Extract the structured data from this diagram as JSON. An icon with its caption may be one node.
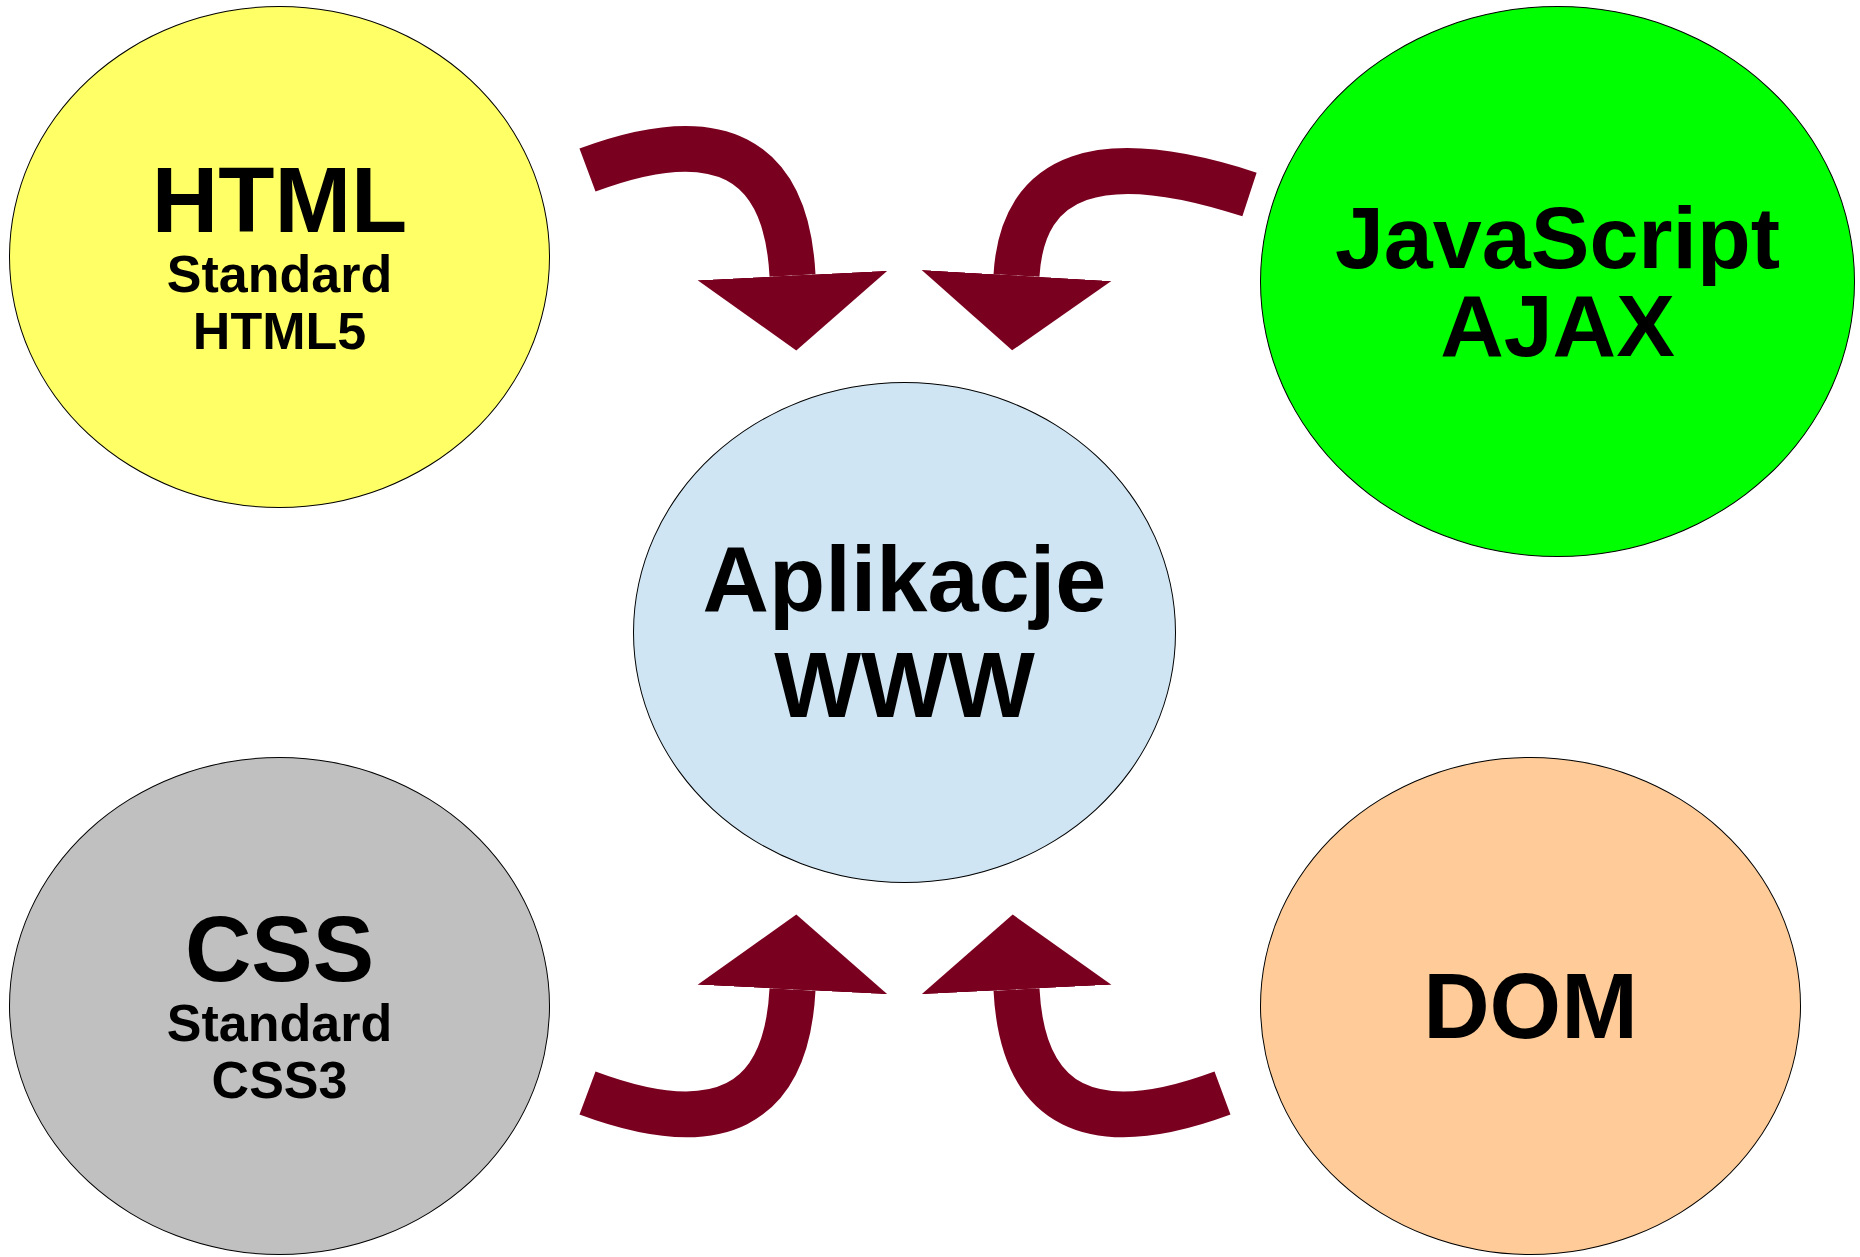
{
  "diagram": {
    "nodes": [
      {
        "text": [
          "HTML",
          "Standard HTML5"
        ]
      },
      {
        "text": [
          "JavaScript",
          "AJAX"
        ]
      },
      {
        "text": [
          "Aplikacje WWW"
        ]
      },
      {
        "text": [
          "CSS",
          "Standard CSS3"
        ]
      },
      {
        "text": [
          "DOM"
        ]
      }
    ],
    "edges": [
      {
        "from": 0,
        "to": 2,
        "arrow": "to"
      },
      {
        "from": 1,
        "to": 2,
        "arrow": "to"
      },
      {
        "from": 3,
        "to": 2,
        "arrow": "to"
      },
      {
        "from": 4,
        "to": 2,
        "arrow": "to"
      }
    ]
  }
}
